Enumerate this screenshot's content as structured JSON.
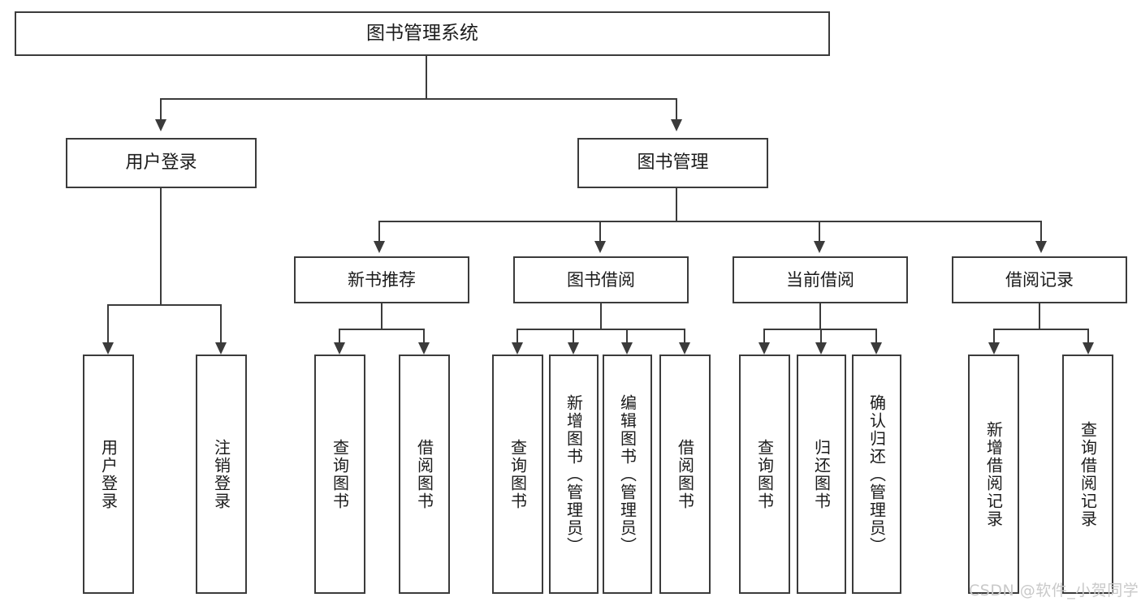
{
  "diagram": {
    "title": "图书管理系统",
    "type": "tree-hierarchy",
    "root": {
      "label": "图书管理系统"
    },
    "level2": [
      {
        "label": "用户登录"
      },
      {
        "label": "图书管理"
      }
    ],
    "level3": [
      {
        "label": "新书推荐"
      },
      {
        "label": "图书借阅"
      },
      {
        "label": "当前借阅"
      },
      {
        "label": "借阅记录"
      }
    ],
    "leaves": {
      "user_login": [
        {
          "label": "用户登录"
        },
        {
          "label": "注销登录"
        }
      ],
      "new_book_recommend": [
        {
          "label": "查询图书"
        },
        {
          "label": "借阅图书"
        }
      ],
      "book_borrow": [
        {
          "label": "查询图书"
        },
        {
          "label": "新增图书（管理员）"
        },
        {
          "label": "编辑图书（管理员）"
        },
        {
          "label": "借阅图书"
        }
      ],
      "current_borrow": [
        {
          "label": "查询图书"
        },
        {
          "label": "归还图书"
        },
        {
          "label": "确认归还（管理员）"
        }
      ],
      "borrow_record": [
        {
          "label": "新增借阅记录"
        },
        {
          "label": "查询借阅记录"
        }
      ]
    }
  },
  "watermark": {
    "text": "CSDN @软件_小贺同学"
  },
  "colors": {
    "stroke": "#3b3b3b",
    "text": "#1b1b1b",
    "background": "#ffffff",
    "watermark": "#c9c9c9"
  }
}
